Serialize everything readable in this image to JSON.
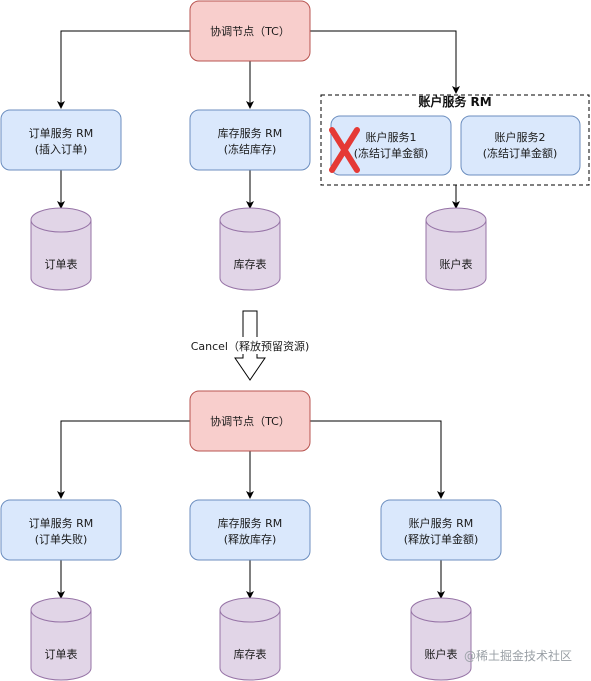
{
  "top": {
    "tc": "协调节点（TC）",
    "order": {
      "line1": "订单服务 RM",
      "line2": "(插入订单)"
    },
    "stock": {
      "line1": "库存服务 RM",
      "line2": "(冻结库存)"
    },
    "account_group_label": "账户服务 RM",
    "account1": {
      "line1": "账户服务1",
      "line2": "(冻结订单金额)"
    },
    "account2": {
      "line1": "账户服务2",
      "line2": "(冻结订单金额)"
    },
    "db_order": "订单表",
    "db_stock": "库存表",
    "db_account": "账户表"
  },
  "transition": "Cancel（释放预留资源)",
  "bottom": {
    "tc": "协调节点（TC）",
    "order": {
      "line1": "订单服务 RM",
      "line2": "(订单失败)"
    },
    "stock": {
      "line1": "库存服务 RM",
      "line2": "(释放库存)"
    },
    "account": {
      "line1": "账户服务 RM",
      "line2": "(释放订单金额)"
    },
    "db_order": "订单表",
    "db_stock": "库存表",
    "db_account": "账户表"
  },
  "watermark": "@稀土掘金技术社区",
  "colors": {
    "tc_fill": "#f8cecc",
    "tc_stroke": "#b85450",
    "rm_fill": "#dae8fc",
    "rm_stroke": "#6c8ebf",
    "db_fill": "#e1d5e7",
    "db_stroke": "#9673a6",
    "fail_mark": "#e53935"
  },
  "icons": {
    "fail": "cross-mark-icon",
    "transition": "down-arrow-icon"
  }
}
